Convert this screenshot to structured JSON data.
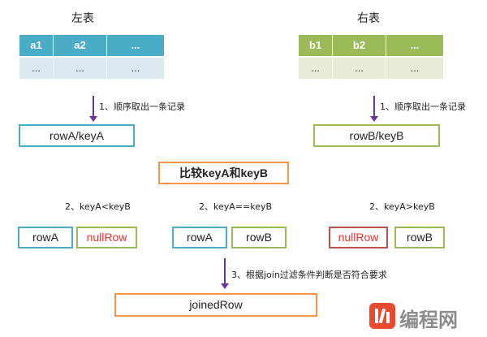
{
  "left_table": {
    "title": "左表",
    "headers": [
      "a1",
      "a2",
      "..."
    ],
    "row": [
      "...",
      "...",
      "..."
    ]
  },
  "right_table": {
    "title": "右表",
    "headers": [
      "b1",
      "b2",
      "..."
    ],
    "row": [
      "...",
      "...",
      "..."
    ]
  },
  "steps": {
    "take_left": "1、顺序取出一条记录",
    "take_right": "1、顺序取出一条记录",
    "case_less": "2、keyA<keyB",
    "case_equal": "2、keyA==keyB",
    "case_greater": "2、keyA>keyB",
    "join_filter": "3、根据join过滤条件判断是否符合要求"
  },
  "boxes": {
    "rowA_keyA": "rowA/keyA",
    "rowB_keyB": "rowB/keyB",
    "compare": "比较keyA和keyB",
    "less_left": "rowA",
    "less_right": "nullRow",
    "equal_left": "rowA",
    "equal_right": "rowB",
    "greater_left": "nullRow",
    "greater_right": "rowB",
    "joined": "joinedRow"
  },
  "watermark": "编程网",
  "colors": {
    "left_header": "#4bacc6",
    "left_row": "#dbe9ef",
    "right_header": "#9bbb59",
    "right_row": "#e6ecd8",
    "arrow": "#7030a0",
    "null_text": "#e8352f",
    "compare_border": "#f79646"
  }
}
